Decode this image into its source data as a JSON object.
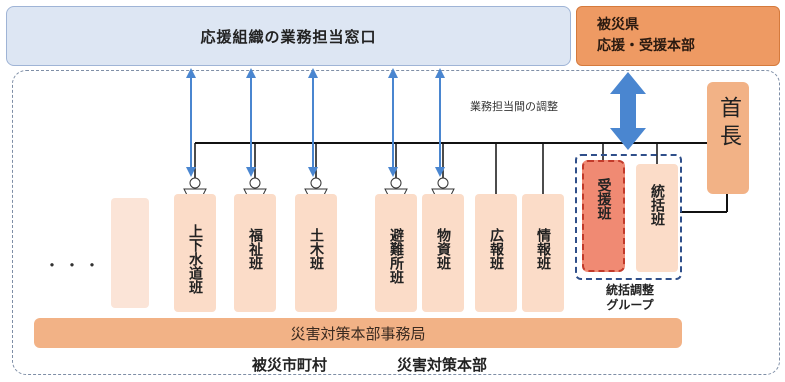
{
  "support_window": "応援組織の業務担当窓口",
  "prefecture": {
    "line1": "被災県",
    "line2": "応援・受援本部"
  },
  "coordination_label": "業務担当間の調整",
  "ellipsis": "・・・",
  "teams": [
    {
      "label": "上下水道班"
    },
    {
      "label": "福祉班"
    },
    {
      "label": "土木班"
    },
    {
      "label": "避難所班"
    },
    {
      "label": "物資班"
    },
    {
      "label": "広報班"
    },
    {
      "label": "情報班"
    }
  ],
  "juen_team": "受援班",
  "sokatsu_team": "統括班",
  "group_label": {
    "line1": "統括調整",
    "line2": "グループ"
  },
  "head": "首長",
  "secretariat": "災害対策本部事務局",
  "bottom_caption": {
    "left": "被災市町村",
    "right": "災害対策本部"
  },
  "colors": {
    "arrow_blue": "#4a86d0",
    "team_fill": "#fbdcc8",
    "accent_orange": "#ee9a63"
  }
}
